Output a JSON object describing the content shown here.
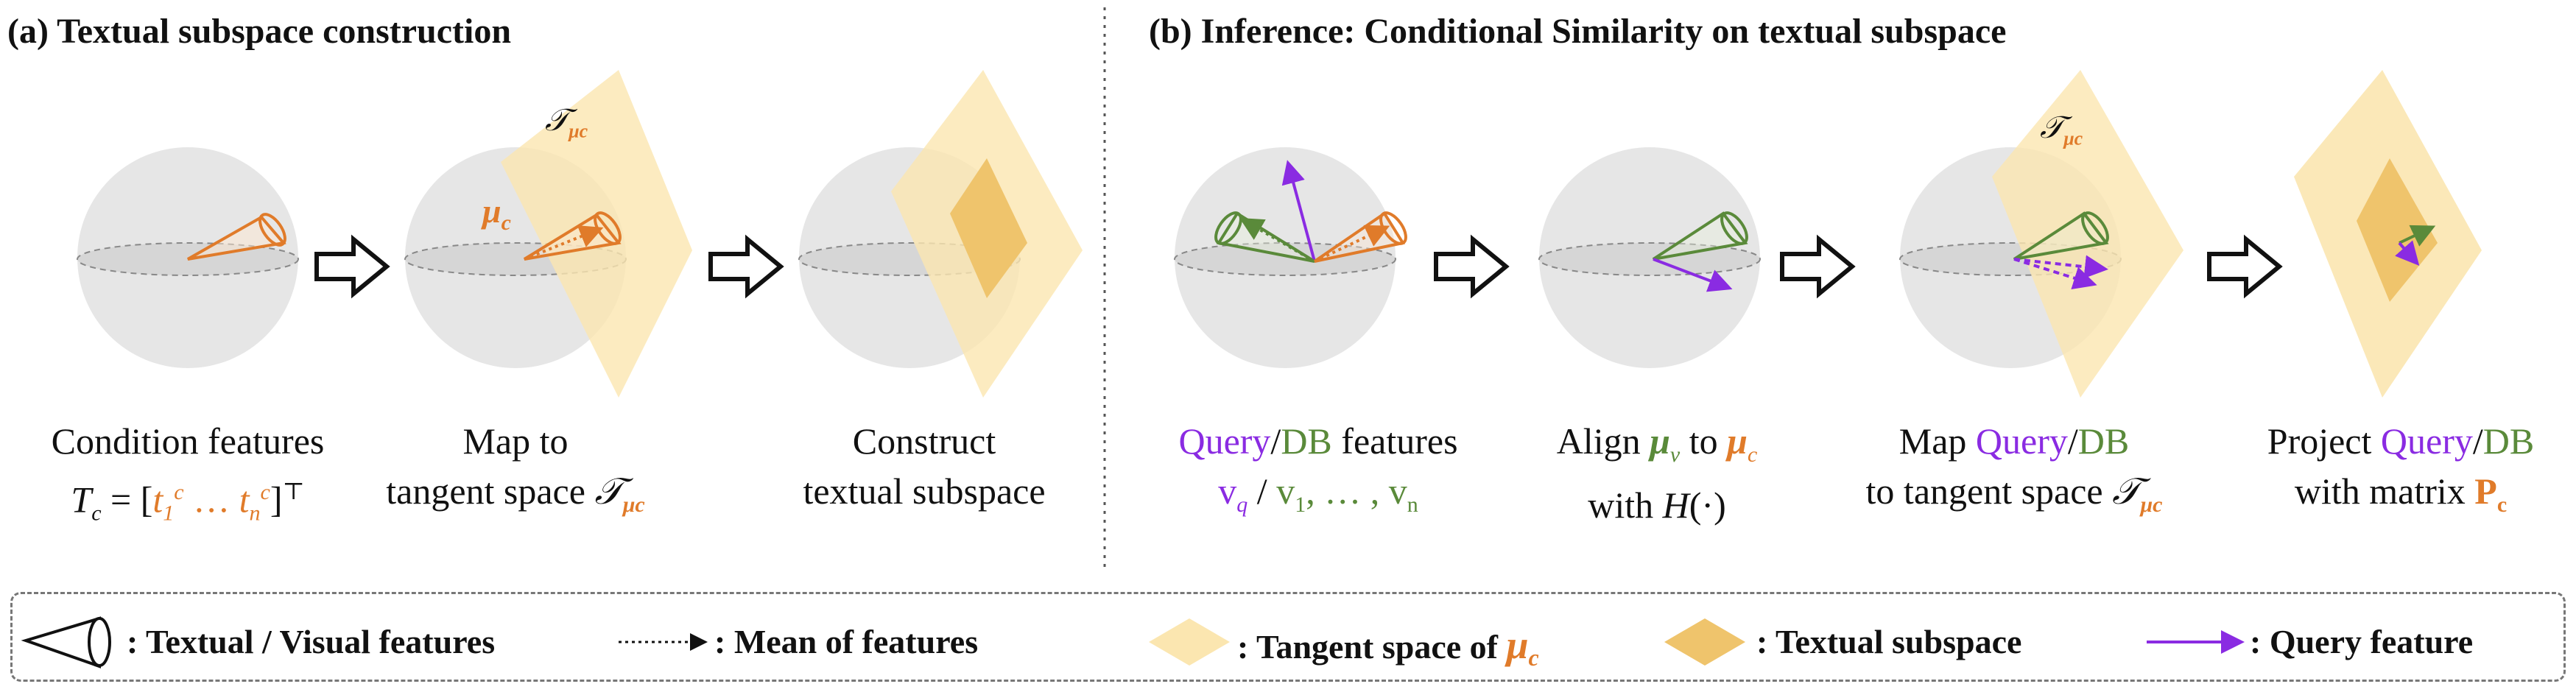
{
  "panel_a": {
    "title": "(a)  Textual subspace construction",
    "step1": {
      "line1": "Condition features",
      "line2_prefix": "T",
      "line2_sub": "c",
      "line2_eq": " = [",
      "t1": "t",
      "t1_sub": "1",
      "t1_sup": "c",
      "dots": "  … ",
      "tn": "t",
      "tn_sub": "n",
      "tn_sup": "c",
      "close": "]",
      "transpose": "⊤"
    },
    "step2": {
      "line1": "Map to",
      "line2": "tangent space ",
      "T_glyph": "𝒯",
      "mu_sub": "μc"
    },
    "step3": {
      "line1": "Construct",
      "line2": "textual subspace"
    },
    "mu_label": "μ",
    "mu_label_sub": "c",
    "tangent_label": "𝒯",
    "tangent_label_sub": "μc"
  },
  "panel_b": {
    "title": "(b) Inference: Conditional Similarity on textual subspace",
    "step1": {
      "query": "Query",
      "slash": "/",
      "db": "DB",
      "rest": " features",
      "vq": "v",
      "vq_sub": "q",
      "sep": " / ",
      "v1": "v",
      "v1_sub": "1",
      "vrest": ", … , v",
      "vn_sub": "n"
    },
    "step2": {
      "align": "Align ",
      "mu_v": "μ",
      "mu_v_sub": "v",
      "to": " to ",
      "mu_c": "μ",
      "mu_c_sub": "c",
      "line2": "with ",
      "H": "H",
      "Hargs": "(·)"
    },
    "step3": {
      "map": "Map ",
      "query": "Query",
      "slash": "/",
      "db": "DB",
      "line2": "to tangent space ",
      "T_glyph": "𝒯",
      "mu_sub": "μc"
    },
    "step4": {
      "project": "Project ",
      "query": "Query",
      "slash": "/",
      "db": "DB",
      "line2": "with matrix ",
      "P": "P",
      "P_sub": "c"
    },
    "tangent_label": "𝒯",
    "tangent_label_sub": "μc"
  },
  "legend": {
    "cone": ": Textual / Visual features",
    "mean": ": Mean of features",
    "tangent": ": Tangent space of ",
    "tangent_mu": "μ",
    "tangent_mu_sub": "c",
    "subspace": ": Textual subspace",
    "query": ": Query feature"
  },
  "colors": {
    "sphere": "#e6e6e6",
    "tangent": "#fbe6b0",
    "subspace": "#efc46c",
    "orange": "#e07b2a",
    "green": "#5a8a3a",
    "purple": "#8a2be2"
  }
}
